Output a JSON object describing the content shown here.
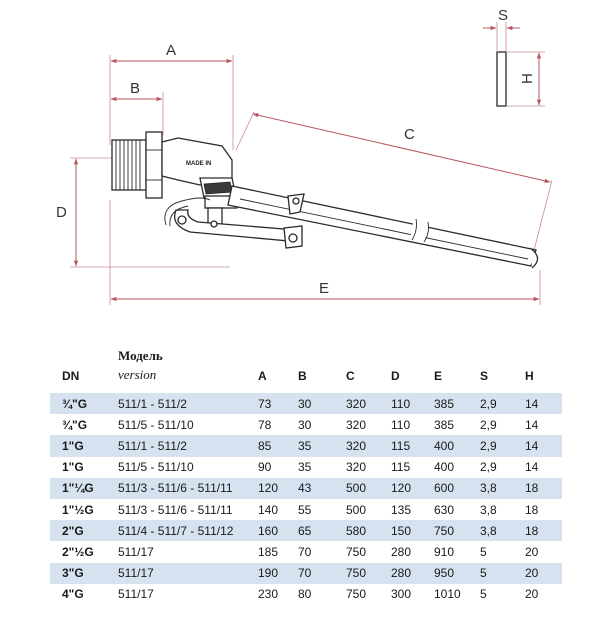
{
  "drawing": {
    "labels": {
      "a": "A",
      "b": "B",
      "c": "C",
      "d": "D",
      "e": "E",
      "s": "S",
      "h": "H"
    },
    "marking": "MADE IN"
  },
  "table": {
    "headers": {
      "dn": "DN",
      "model": "Модель",
      "version": "version",
      "a": "A",
      "b": "B",
      "c": "C",
      "d": "D",
      "e": "E",
      "s": "S",
      "h": "H"
    },
    "rows": [
      {
        "dn": "¾\"G",
        "model": "511/1 - 511/2",
        "a": "73",
        "b": "30",
        "c": "320",
        "d": "110",
        "e": "385",
        "s": "2,9",
        "h": "14"
      },
      {
        "dn": "¾\"G",
        "model": "511/5 - 511/10",
        "a": "78",
        "b": "30",
        "c": "320",
        "d": "110",
        "e": "385",
        "s": "2,9",
        "h": "14"
      },
      {
        "dn": "1\"G",
        "model": "511/1 - 511/2",
        "a": "85",
        "b": "35",
        "c": "320",
        "d": "115",
        "e": "400",
        "s": "2,9",
        "h": "14"
      },
      {
        "dn": "1\"G",
        "model": "511/5 - 511/10",
        "a": "90",
        "b": "35",
        "c": "320",
        "d": "115",
        "e": "400",
        "s": "2,9",
        "h": "14"
      },
      {
        "dn": "1\"¼G",
        "model": "511/3 - 511/6 - 511/11",
        "a": "120",
        "b": "43",
        "c": "500",
        "d": "120",
        "e": "600",
        "s": "3,8",
        "h": "18"
      },
      {
        "dn": "1\"½G",
        "model": "511/3 - 511/6 - 511/11",
        "a": "140",
        "b": "55",
        "c": "500",
        "d": "135",
        "e": "630",
        "s": "3,8",
        "h": "18"
      },
      {
        "dn": "2\"G",
        "model": "511/4 - 511/7 - 511/12",
        "a": "160",
        "b": "65",
        "c": "580",
        "d": "150",
        "e": "750",
        "s": "3,8",
        "h": "18"
      },
      {
        "dn": "2\"½G",
        "model": "511/17",
        "a": "185",
        "b": "70",
        "c": "750",
        "d": "280",
        "e": "910",
        "s": "5",
        "h": "20"
      },
      {
        "dn": "3\"G",
        "model": "511/17",
        "a": "190",
        "b": "70",
        "c": "750",
        "d": "280",
        "e": "950",
        "s": "5",
        "h": "20"
      },
      {
        "dn": "4\"G",
        "model": "511/17",
        "a": "230",
        "b": "80",
        "c": "750",
        "d": "300",
        "e": "1010",
        "s": "5",
        "h": "20"
      }
    ]
  }
}
